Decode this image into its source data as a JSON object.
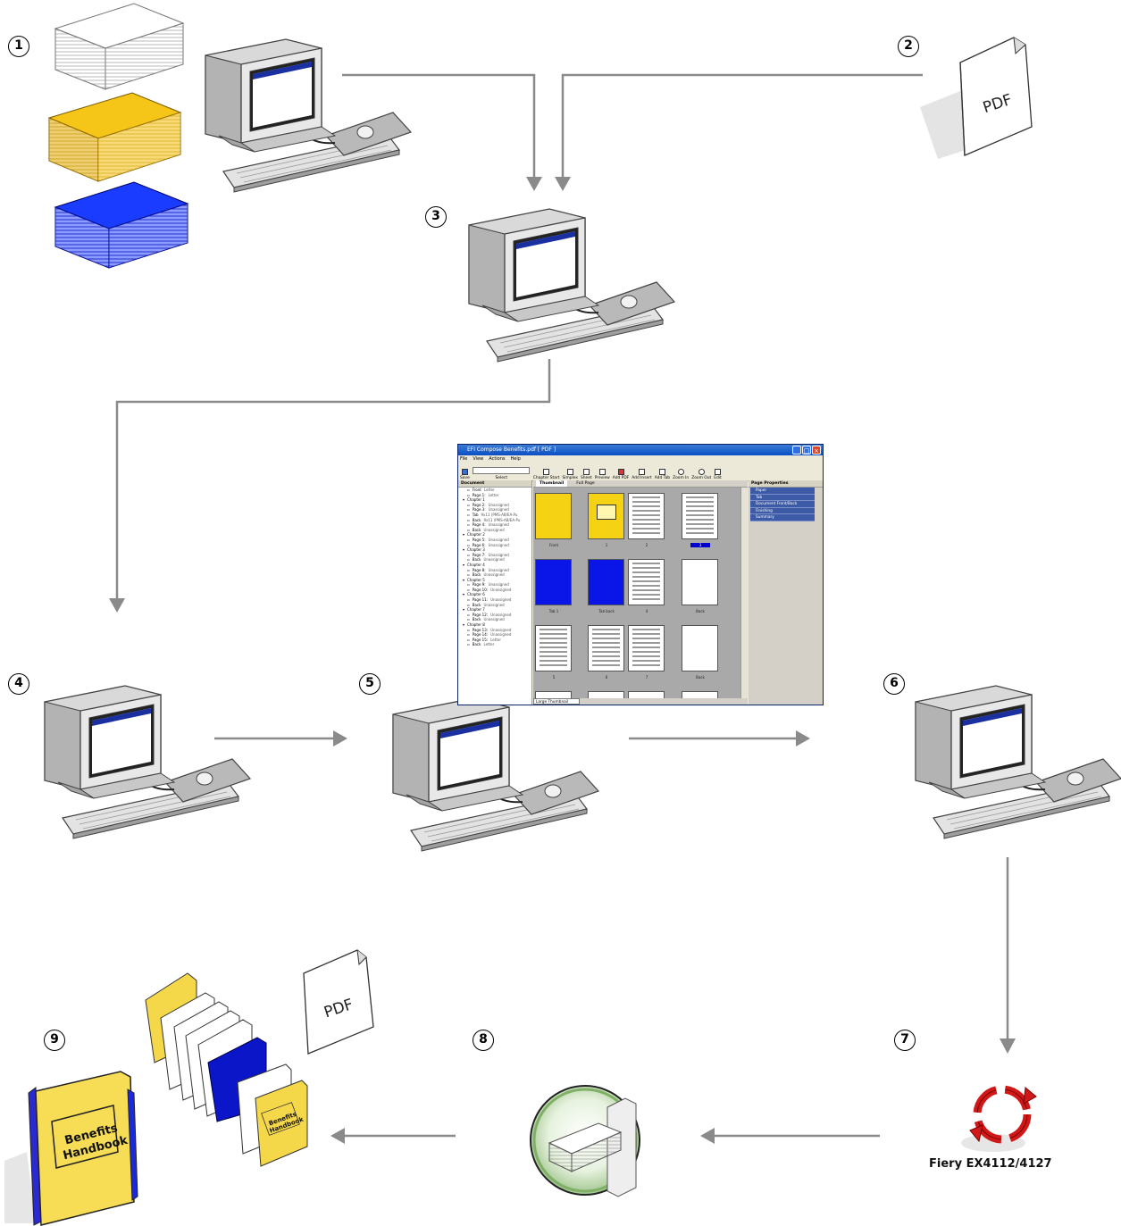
{
  "markers": [
    "1",
    "2",
    "3",
    "4",
    "5",
    "6",
    "7",
    "8",
    "9"
  ],
  "pdf_label": "PDF",
  "book_title": [
    "Benefits",
    "Handbook"
  ],
  "fiery_label": "Fiery EX4112/4127",
  "compose": {
    "title": "EFI Compose Benefits.pdf [ PDF ]",
    "menu": [
      "File",
      "View",
      "Actions",
      "Help"
    ],
    "toolbar": [
      "Save",
      "Select",
      "Chapter Start",
      "Simplex",
      "Sheet",
      "Preview",
      "Add PDF",
      "Add Insert",
      "Add Tab",
      "Zoom In",
      "Zoom Out",
      "Edit"
    ],
    "document_header": "Document",
    "thumbnail_tab": "Thumbnail",
    "fullpage_tab": "Full Page",
    "properties_header": "Page Properties",
    "properties": [
      "Paper",
      "Tab",
      "Document Front/Back",
      "Finishing",
      "Summary"
    ],
    "view_select": "Large Thumbnail",
    "tree": [
      {
        "label": "Front",
        "info": "Letter",
        "indent": 1
      },
      {
        "label": "Page 1:",
        "info": "Letter",
        "indent": 1
      },
      {
        "label": "Chapter 1",
        "info": "",
        "indent": 0
      },
      {
        "label": "Page 2:",
        "info": "Unassigned",
        "indent": 1
      },
      {
        "label": "Page 3:",
        "info": "Unassigned",
        "indent": 1
      },
      {
        "label": "Tab",
        "info": "9x11 (PMS-AB/EA-Pu",
        "indent": 1
      },
      {
        "label": "Back",
        "info": "9x11 (PMS-AB/EA-Pu",
        "indent": 1
      },
      {
        "label": "Page 4:",
        "info": "Unassigned",
        "indent": 1
      },
      {
        "label": "Back",
        "info": "Unassigned",
        "indent": 1
      },
      {
        "label": "Chapter 2",
        "info": "",
        "indent": 0
      },
      {
        "label": "Page 5:",
        "info": "Unassigned",
        "indent": 1
      },
      {
        "label": "Page 6:",
        "info": "Unassigned",
        "indent": 1
      },
      {
        "label": "Chapter 3",
        "info": "",
        "indent": 0
      },
      {
        "label": "Page 7:",
        "info": "Unassigned",
        "indent": 1
      },
      {
        "label": "Back",
        "info": "Unassigned",
        "indent": 1
      },
      {
        "label": "Chapter 4",
        "info": "",
        "indent": 0
      },
      {
        "label": "Page 8:",
        "info": "Unassigned",
        "indent": 1
      },
      {
        "label": "Back",
        "info": "Unassigned",
        "indent": 1
      },
      {
        "label": "Chapter 5",
        "info": "",
        "indent": 0
      },
      {
        "label": "Page 9:",
        "info": "Unassigned",
        "indent": 1
      },
      {
        "label": "Page 10:",
        "info": "Unassigned",
        "indent": 1
      },
      {
        "label": "Chapter 6",
        "info": "",
        "indent": 0
      },
      {
        "label": "Page 11:",
        "info": "Unassigned",
        "indent": 1
      },
      {
        "label": "Back",
        "info": "Unassigned",
        "indent": 1
      },
      {
        "label": "Chapter 7",
        "info": "",
        "indent": 0
      },
      {
        "label": "Page 12:",
        "info": "Unassigned",
        "indent": 1
      },
      {
        "label": "Back",
        "info": "Unassigned",
        "indent": 1
      },
      {
        "label": "Chapter 8",
        "info": "",
        "indent": 0
      },
      {
        "label": "Page 13:",
        "info": "Unassigned",
        "indent": 1
      },
      {
        "label": "Page 14:",
        "info": "Unassigned",
        "indent": 1
      },
      {
        "label": "Page 15:",
        "info": "Letter",
        "indent": 1
      },
      {
        "label": "Back",
        "info": "Letter",
        "indent": 1
      }
    ],
    "thumbnails": [
      "Front",
      "1",
      "2",
      "3",
      "Tab 1",
      "Tab back",
      "4",
      "Back",
      "5",
      "6",
      "7",
      "Back"
    ]
  },
  "colors": {
    "yellow": "#f5d314",
    "blue": "#0a16e8",
    "arrow": "#8a8a8a",
    "selected_blue": "#0000cc"
  }
}
